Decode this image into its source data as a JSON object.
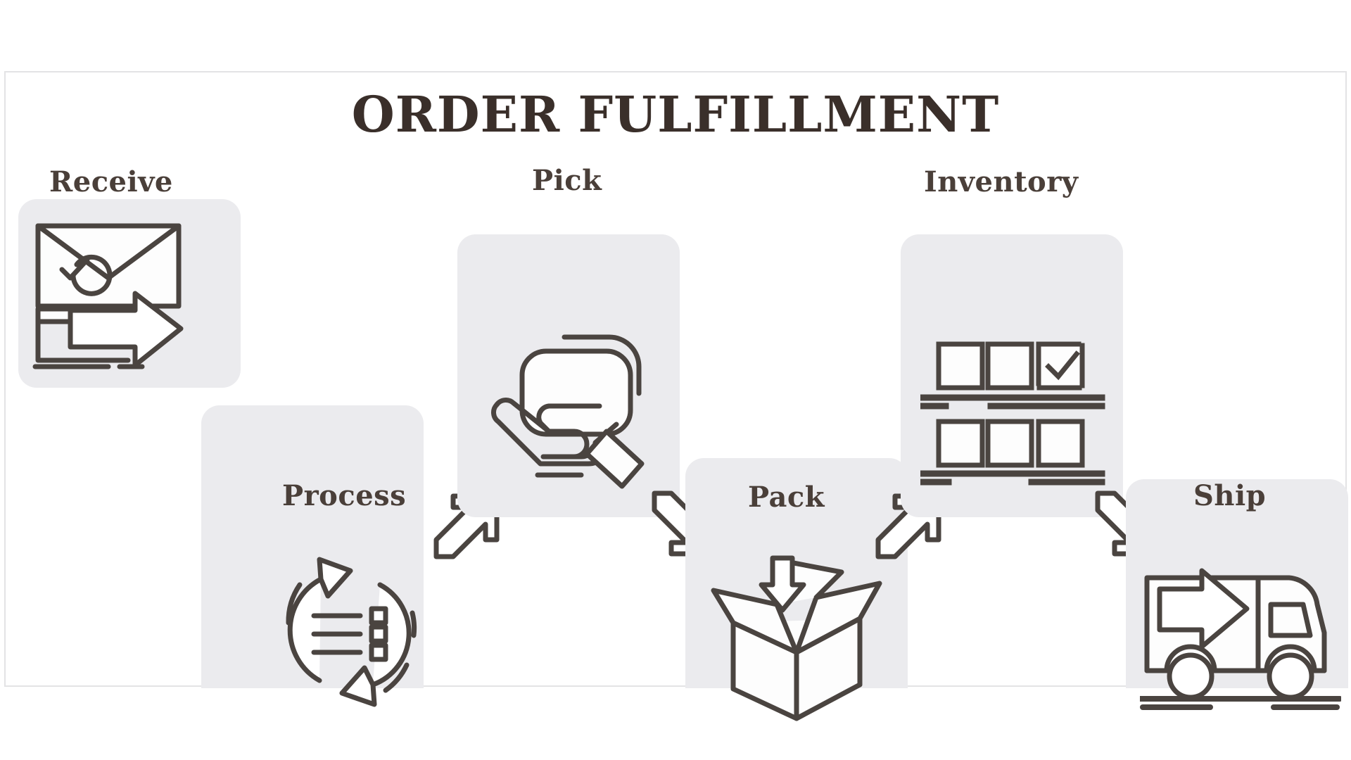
{
  "diagram": {
    "title": "ORDER FULFILLMENT",
    "type": "process-flow",
    "orientation": "horizontal-zigzag",
    "step_count": 6,
    "colors": {
      "title_text": "#3a2f2a",
      "label_text": "#4a3f39",
      "tile_background": "#ebebee",
      "icon_stroke": "#4a4440",
      "icon_fill": "#ffffff",
      "canvas_background": "#ffffff",
      "frame_border": "#e3e3e5"
    },
    "steps": [
      {
        "index": 1,
        "label": "Receive",
        "icon": "envelope-check-arrow-icon",
        "row": "top"
      },
      {
        "index": 2,
        "label": "Process",
        "icon": "cycle-checklist-icon",
        "row": "bottom"
      },
      {
        "index": 3,
        "label": "Pick",
        "icon": "hand-holding-box-icon",
        "row": "top"
      },
      {
        "index": 4,
        "label": "Pack",
        "icon": "open-box-arrow-icon",
        "row": "bottom"
      },
      {
        "index": 5,
        "label": "Inventory",
        "icon": "shelf-boxes-check-icon",
        "row": "top"
      },
      {
        "index": 6,
        "label": "Ship",
        "icon": "delivery-truck-icon",
        "row": "bottom"
      }
    ],
    "connectors": [
      {
        "from": "Receive",
        "to": "Process",
        "direction": "down-right"
      },
      {
        "from": "Process",
        "to": "Pick",
        "direction": "up-right"
      },
      {
        "from": "Pick",
        "to": "Pack",
        "direction": "down-right"
      },
      {
        "from": "Pack",
        "to": "Inventory",
        "direction": "up-right"
      },
      {
        "from": "Inventory",
        "to": "Ship",
        "direction": "down-right"
      }
    ]
  }
}
